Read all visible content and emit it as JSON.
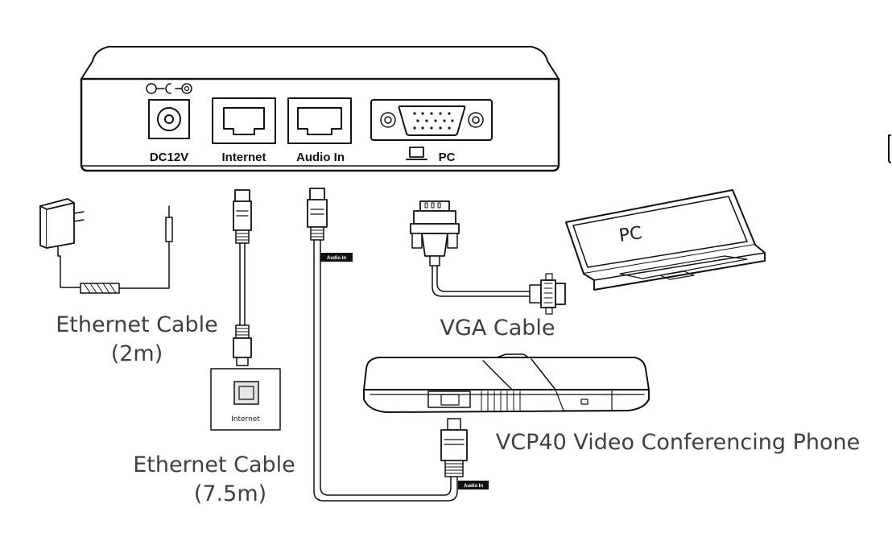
{
  "hub": {
    "ports": {
      "dc": "DC12V",
      "internet": "Internet",
      "audio_in": "Audio In",
      "pc": "PC"
    }
  },
  "captions": {
    "power_line1": "Ethernet Cable",
    "power_line2": "(2m)",
    "ethernet_line1": "Ethernet Cable",
    "ethernet_line2": "(7.5m)",
    "vga": "VGA Cable",
    "phone": "VCP40 Video Conferencing Phone"
  },
  "laptop_label": "PC",
  "wall_jack_label": "Internet",
  "cable_tags": {
    "audio_in_upper": "Audio In",
    "audio_in_lower": "Audio In"
  },
  "colors": {
    "line": "#111111",
    "caption": "#3f3f3f",
    "tag": "#111111"
  }
}
